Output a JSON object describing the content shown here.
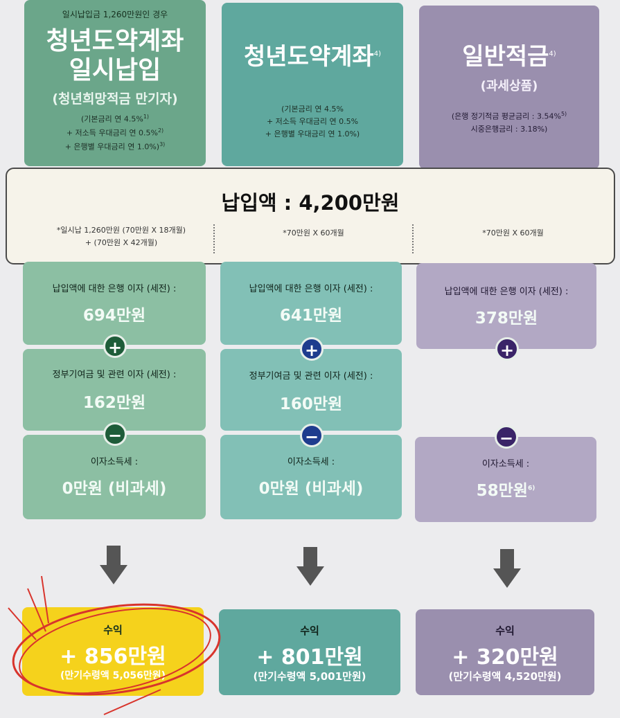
{
  "col1": {
    "top_note": "일시납입금 1,260만원인 경우",
    "title_line1": "청년도약계좌",
    "title_line2": "일시납입",
    "subtitle": "(청년희망적금 만기자)",
    "rate_lines": [
      "(기본금리 연 4.5%",
      "+ 저소득 우대금리 연 0.5%",
      "+ 은행별 우대금리 연 1.0%)"
    ],
    "rate_sups": [
      "1)",
      "2)",
      "3)"
    ],
    "payment_note_line1": "*일시납 1,260만원 (70만원 X 18개월)",
    "payment_note_line2": "+ (70만원 X 42개월)",
    "interest_label": "납입액에 대한 은행 이자 (세전) :",
    "interest_value": "694만원",
    "gov_label": "정부기여금 및 관련 이자 (세전) :",
    "gov_value": "162만원",
    "tax_label": "이자소득세 :",
    "tax_value": "0만원 (비과세)",
    "result_label": "수익",
    "result_value": "+ 856만원",
    "result_sub": "(만기수령액 5,056만원)"
  },
  "col2": {
    "title": "청년도약계좌",
    "title_sup": "4)",
    "rate_lines": [
      "(기본금리 연 4.5%",
      "+ 저소득 우대금리 연 0.5%",
      "+ 은행별 우대금리 연 1.0%)"
    ],
    "payment_note": "*70만원 X 60개월",
    "interest_label": "납입액에 대한 은행 이자 (세전) :",
    "interest_value": "641만원",
    "gov_label": "정부기여금 및 관련 이자 (세전) :",
    "gov_value": "160만원",
    "tax_label": "이자소득세 :",
    "tax_value": "0만원 (비과세)",
    "result_label": "수익",
    "result_value": "+ 801만원",
    "result_sub": "(만기수령액 5,001만원)"
  },
  "col3": {
    "title": "일반적금",
    "title_sup": "4)",
    "subtitle": "(과세상품)",
    "rate_line1": "(은행 정기적금 평균금리 : 3.54%",
    "rate_line1_sup": "5)",
    "rate_line2": "시중은행금리 : 3.18%)",
    "payment_note": "*70만원 X 60개월",
    "interest_label": "납입액에 대한 은행 이자 (세전) :",
    "interest_value": "378만원",
    "tax_label": "이자소득세 :",
    "tax_value": "58만원",
    "tax_sup": "6)",
    "result_label": "수익",
    "result_value": "+ 320만원",
    "result_sub": "(만기수령액 4,520만원)"
  },
  "band": {
    "title": "납입액 : 4,200만원"
  },
  "symbols": {
    "plus": "+",
    "minus": "−"
  },
  "colors": {
    "green": "#6ba68a",
    "teal": "#5fa89e",
    "purple": "#9a8fae",
    "highlight": "#f5d21c",
    "circle_mark": "#d8342c",
    "plus_green": "#1e5c39",
    "plus_blue": "#1e3c8e",
    "plus_purple": "#3a2468"
  }
}
